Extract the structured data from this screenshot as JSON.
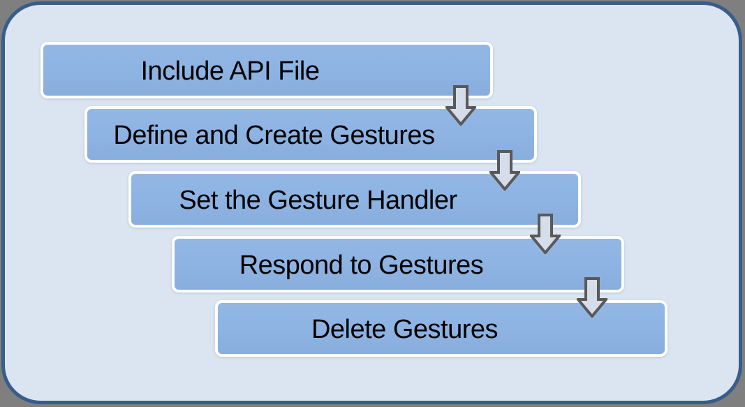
{
  "diagram": {
    "type": "step-down-process",
    "steps": [
      {
        "label": "Include API File"
      },
      {
        "label": "Define and Create Gestures"
      },
      {
        "label": "Set the Gesture Handler"
      },
      {
        "label": "Respond to Gestures"
      },
      {
        "label": "Delete Gestures"
      }
    ],
    "connector": "down-arrow",
    "colors": {
      "canvas": "#7F7F7F",
      "panel_fill": "#DBE5F1",
      "panel_border": "#385D8A",
      "box_fill": "#8EB4E3",
      "box_border": "#FFFFFF",
      "arrow_fill": "#D5DDEA",
      "arrow_border": "#595959",
      "text": "#000000"
    }
  }
}
